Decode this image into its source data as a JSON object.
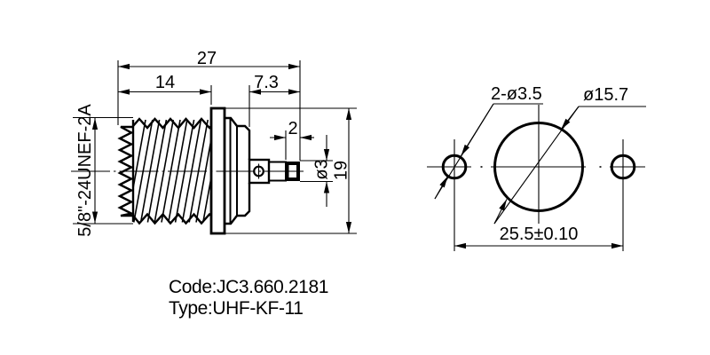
{
  "title": "UHF connector engineering drawing",
  "colors": {
    "ink": "#000000",
    "paper": "#ffffff"
  },
  "side": {
    "thread_spec": "5/8\"-24UNEF-2A",
    "dim_overall": "27",
    "dim_thread_len": "14",
    "dim_rear": "7.3",
    "dim_tip": "2",
    "dim_pin_dia": "ø3",
    "dim_flange_dia": "19"
  },
  "panel": {
    "dim_mount_holes": "2-ø3.5",
    "dim_center_hole": "ø15.7",
    "dim_spacing": "25.5±0.10"
  },
  "footer": {
    "code": "Code:JC3.660.2181",
    "type": "Type:UHF-KF-11"
  }
}
